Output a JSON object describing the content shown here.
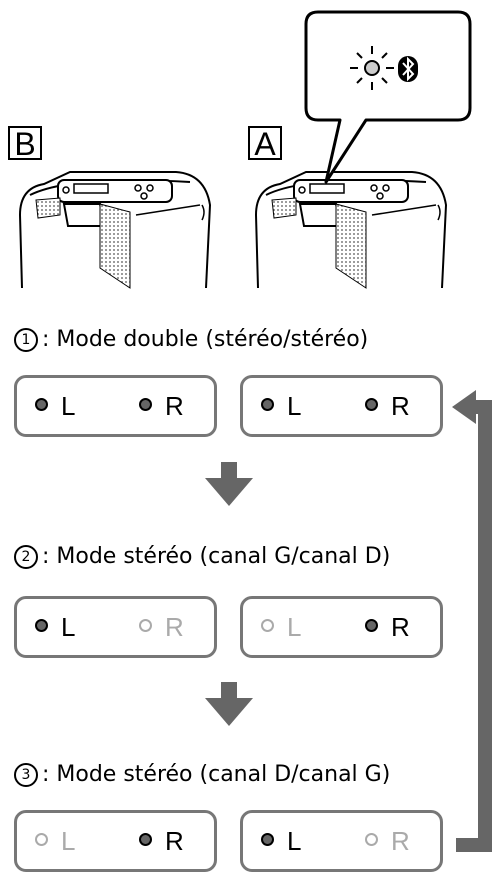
{
  "speakers": {
    "b_label": "B",
    "a_label": "A",
    "indicator_icons": [
      "sun-led-icon",
      "bluetooth-icon"
    ]
  },
  "modes": [
    {
      "number": "1",
      "title": ": Mode double (stéréo/stéréo)",
      "panels": [
        {
          "channels": [
            {
              "label": "L",
              "state": "on"
            },
            {
              "label": "R",
              "state": "on"
            }
          ]
        },
        {
          "channels": [
            {
              "label": "L",
              "state": "on"
            },
            {
              "label": "R",
              "state": "on"
            }
          ]
        }
      ]
    },
    {
      "number": "2",
      "title": ": Mode stéréo (canal G/canal D)",
      "panels": [
        {
          "channels": [
            {
              "label": "L",
              "state": "on"
            },
            {
              "label": "R",
              "state": "off"
            }
          ]
        },
        {
          "channels": [
            {
              "label": "L",
              "state": "off"
            },
            {
              "label": "R",
              "state": "on"
            }
          ]
        }
      ]
    },
    {
      "number": "3",
      "title": ": Mode stéréo (canal D/canal G)",
      "panels": [
        {
          "channels": [
            {
              "label": "L",
              "state": "off"
            },
            {
              "label": "R",
              "state": "on"
            }
          ]
        },
        {
          "channels": [
            {
              "label": "L",
              "state": "on"
            },
            {
              "label": "R",
              "state": "off"
            }
          ]
        }
      ]
    }
  ],
  "colors": {
    "on": "#000000",
    "off": "#aaaaaa",
    "frame": "#777777",
    "arrow": "#666666"
  }
}
